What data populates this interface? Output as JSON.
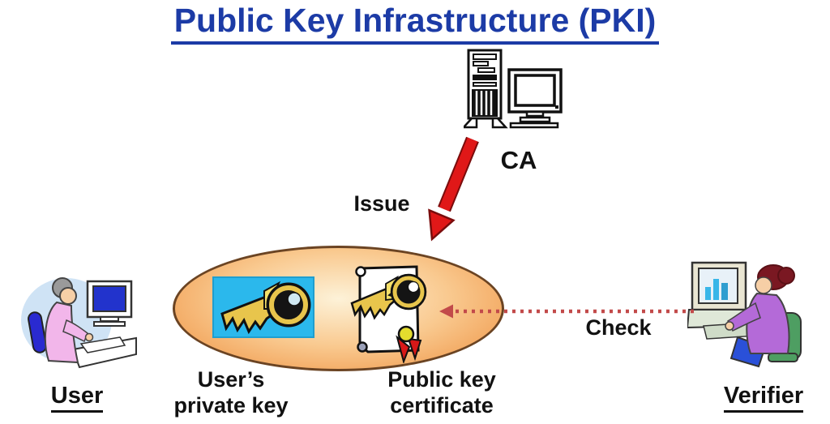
{
  "title": {
    "text": "Public Key Infrastructure (PKI)"
  },
  "nodes": {
    "ca": {
      "label": "CA",
      "icon": "ca-server-computer-icon"
    },
    "user": {
      "label": "User",
      "icon": "user-at-computer-icon"
    },
    "verifier": {
      "label": "Verifier",
      "icon": "verifier-at-computer-icon"
    },
    "private_key": {
      "label_line1": "User’s",
      "label_line2": "private key",
      "icon": "private-key-icon"
    },
    "public_key_certificate": {
      "label_line1": "Public key",
      "label_line2": "certificate",
      "icon": "certificate-icon"
    }
  },
  "edges": {
    "issue": {
      "label": "Issue",
      "from": "CA",
      "to": "key-ellipse",
      "style": "solid-red-arrow"
    },
    "check": {
      "label": "Check",
      "from": "Verifier",
      "to": "key-ellipse",
      "style": "dotted-red-arrow"
    }
  },
  "colors": {
    "title_blue": "#1c3ba6",
    "issue_arrow_red": "#e01818",
    "check_arrow_red": "#c24a4a",
    "ellipse_fill_center": "#fdf2d8",
    "ellipse_fill_edge": "#ee8f3e",
    "ellipse_border": "#6b4423",
    "key_tile_cyan": "#2bb8ec",
    "key_gold": "#e8c54c",
    "text_black": "#111111"
  }
}
